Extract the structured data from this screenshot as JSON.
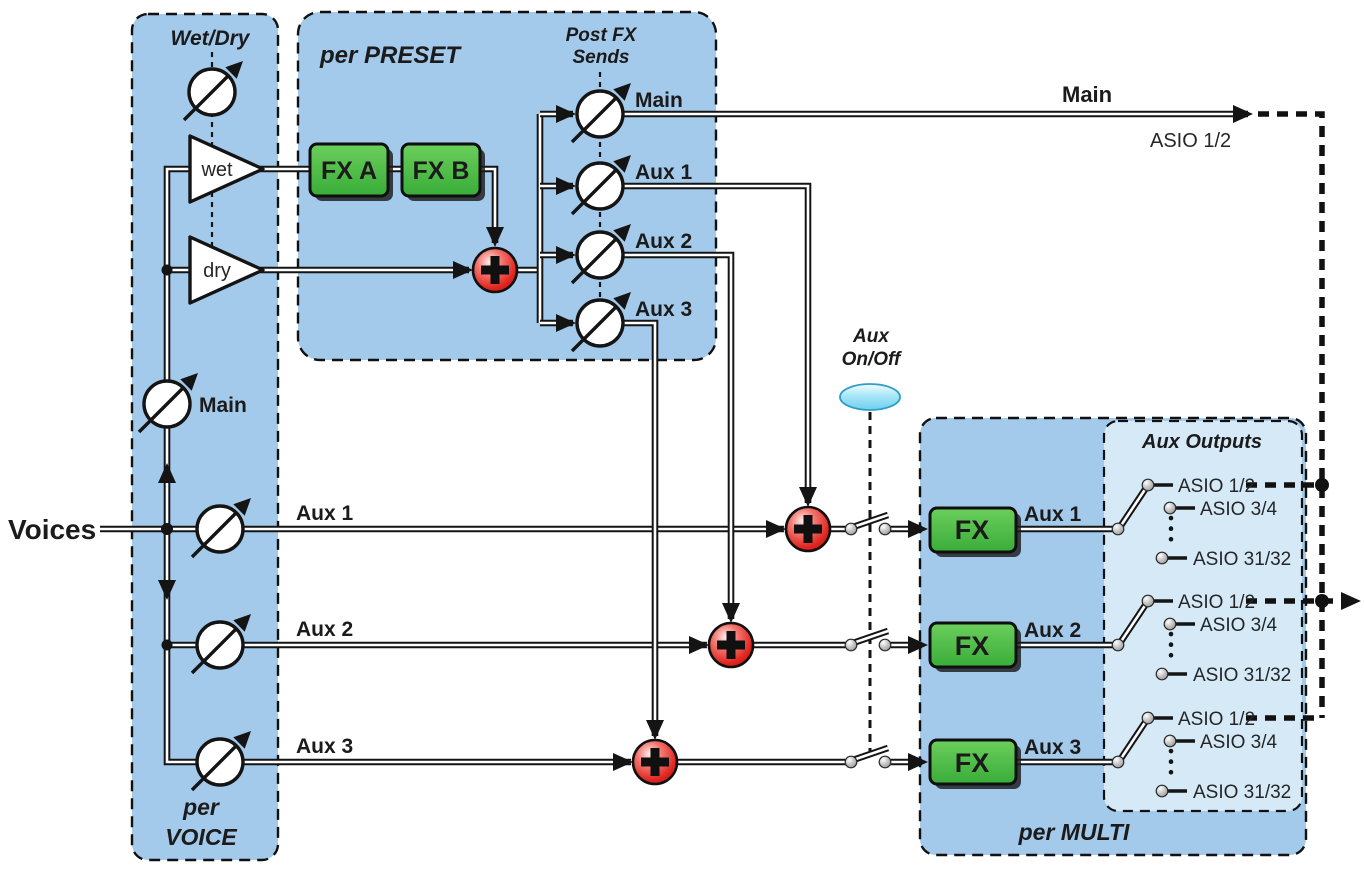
{
  "voices_label": "Voices",
  "voice_panel": {
    "wet_dry": "Wet/Dry",
    "wet": "wet",
    "dry": "dry",
    "main_knob": "Main",
    "title_1": "per",
    "title_2": "VOICE"
  },
  "voice_rows": {
    "aux1": "Aux 1",
    "aux2": "Aux 2",
    "aux3": "Aux 3"
  },
  "preset_panel": {
    "title": "per PRESET",
    "fx_a": "FX A",
    "fx_b": "FX B",
    "post_fx_1": "Post FX",
    "post_fx_2": "Sends",
    "send_main": "Main",
    "send_aux1": "Aux 1",
    "send_aux2": "Aux 2",
    "send_aux3": "Aux 3"
  },
  "main_output": {
    "label": "Main",
    "asio": "ASIO 1/2"
  },
  "aux_on_off": {
    "line1": "Aux",
    "line2": "On/Off"
  },
  "multi_panel": {
    "title": "per MULTI",
    "aux_outputs_title": "Aux Outputs",
    "groups": [
      {
        "fx": "FX",
        "label": "Aux 1",
        "options": [
          "ASIO 1/2",
          "ASIO 3/4",
          "ASIO 31/32"
        ]
      },
      {
        "fx": "FX",
        "label": "Aux 2",
        "options": [
          "ASIO 1/2",
          "ASIO 3/4",
          "ASIO 31/32"
        ]
      },
      {
        "fx": "FX",
        "label": "Aux 3",
        "options": [
          "ASIO 1/2",
          "ASIO 3/4",
          "ASIO 31/32"
        ]
      }
    ]
  },
  "colors": {
    "panel_blue": "#a3c9eb",
    "panel_light_blue": "#d5e9f7",
    "fx_green": "#43ba43",
    "sum_red": "#e02520",
    "switch_gray": "#8f8f8f",
    "button_cyan": "#8adcf2",
    "wire_black": "#141414"
  }
}
